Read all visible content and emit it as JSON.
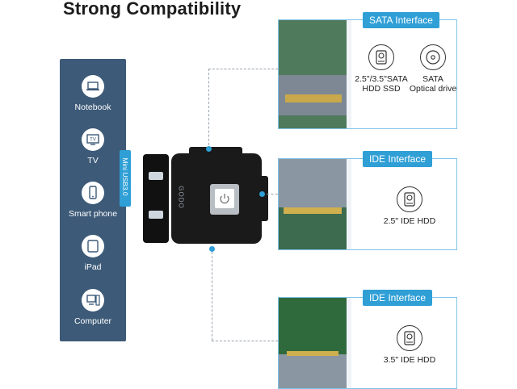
{
  "title": "Strong Compatibility",
  "devices": [
    {
      "label": "Notebook",
      "icon": "laptop-icon"
    },
    {
      "label": "TV",
      "icon": "tv-icon",
      "icon_text": "TV"
    },
    {
      "label": "Smart phone",
      "icon": "smartphone-icon"
    },
    {
      "label": "iPad",
      "icon": "tablet-icon"
    },
    {
      "label": "Computer",
      "icon": "computer-icon"
    }
  ],
  "mini_usb_label": "Mini USB3.0",
  "adapter_brand": "GODO",
  "panels": [
    {
      "header": "SATA Interface",
      "items": [
        {
          "line1": "2.5\"/3.5\"SATA",
          "line2": "HDD SSD",
          "icon": "hard-drive-icon"
        },
        {
          "line1": "SATA",
          "line2": "Optical drive",
          "icon": "optical-disc-icon"
        }
      ]
    },
    {
      "header": "IDE Interface",
      "items": [
        {
          "line1": "2.5\" IDE HDD",
          "icon": "hard-drive-icon"
        }
      ]
    },
    {
      "header": "IDE Interface",
      "items": [
        {
          "line1": "3.5\" IDE HDD",
          "icon": "hard-drive-icon"
        }
      ]
    }
  ],
  "colors": {
    "accent": "#2f9fd6",
    "panel_bg": "#3d5a78",
    "border": "#7fc4e8"
  }
}
